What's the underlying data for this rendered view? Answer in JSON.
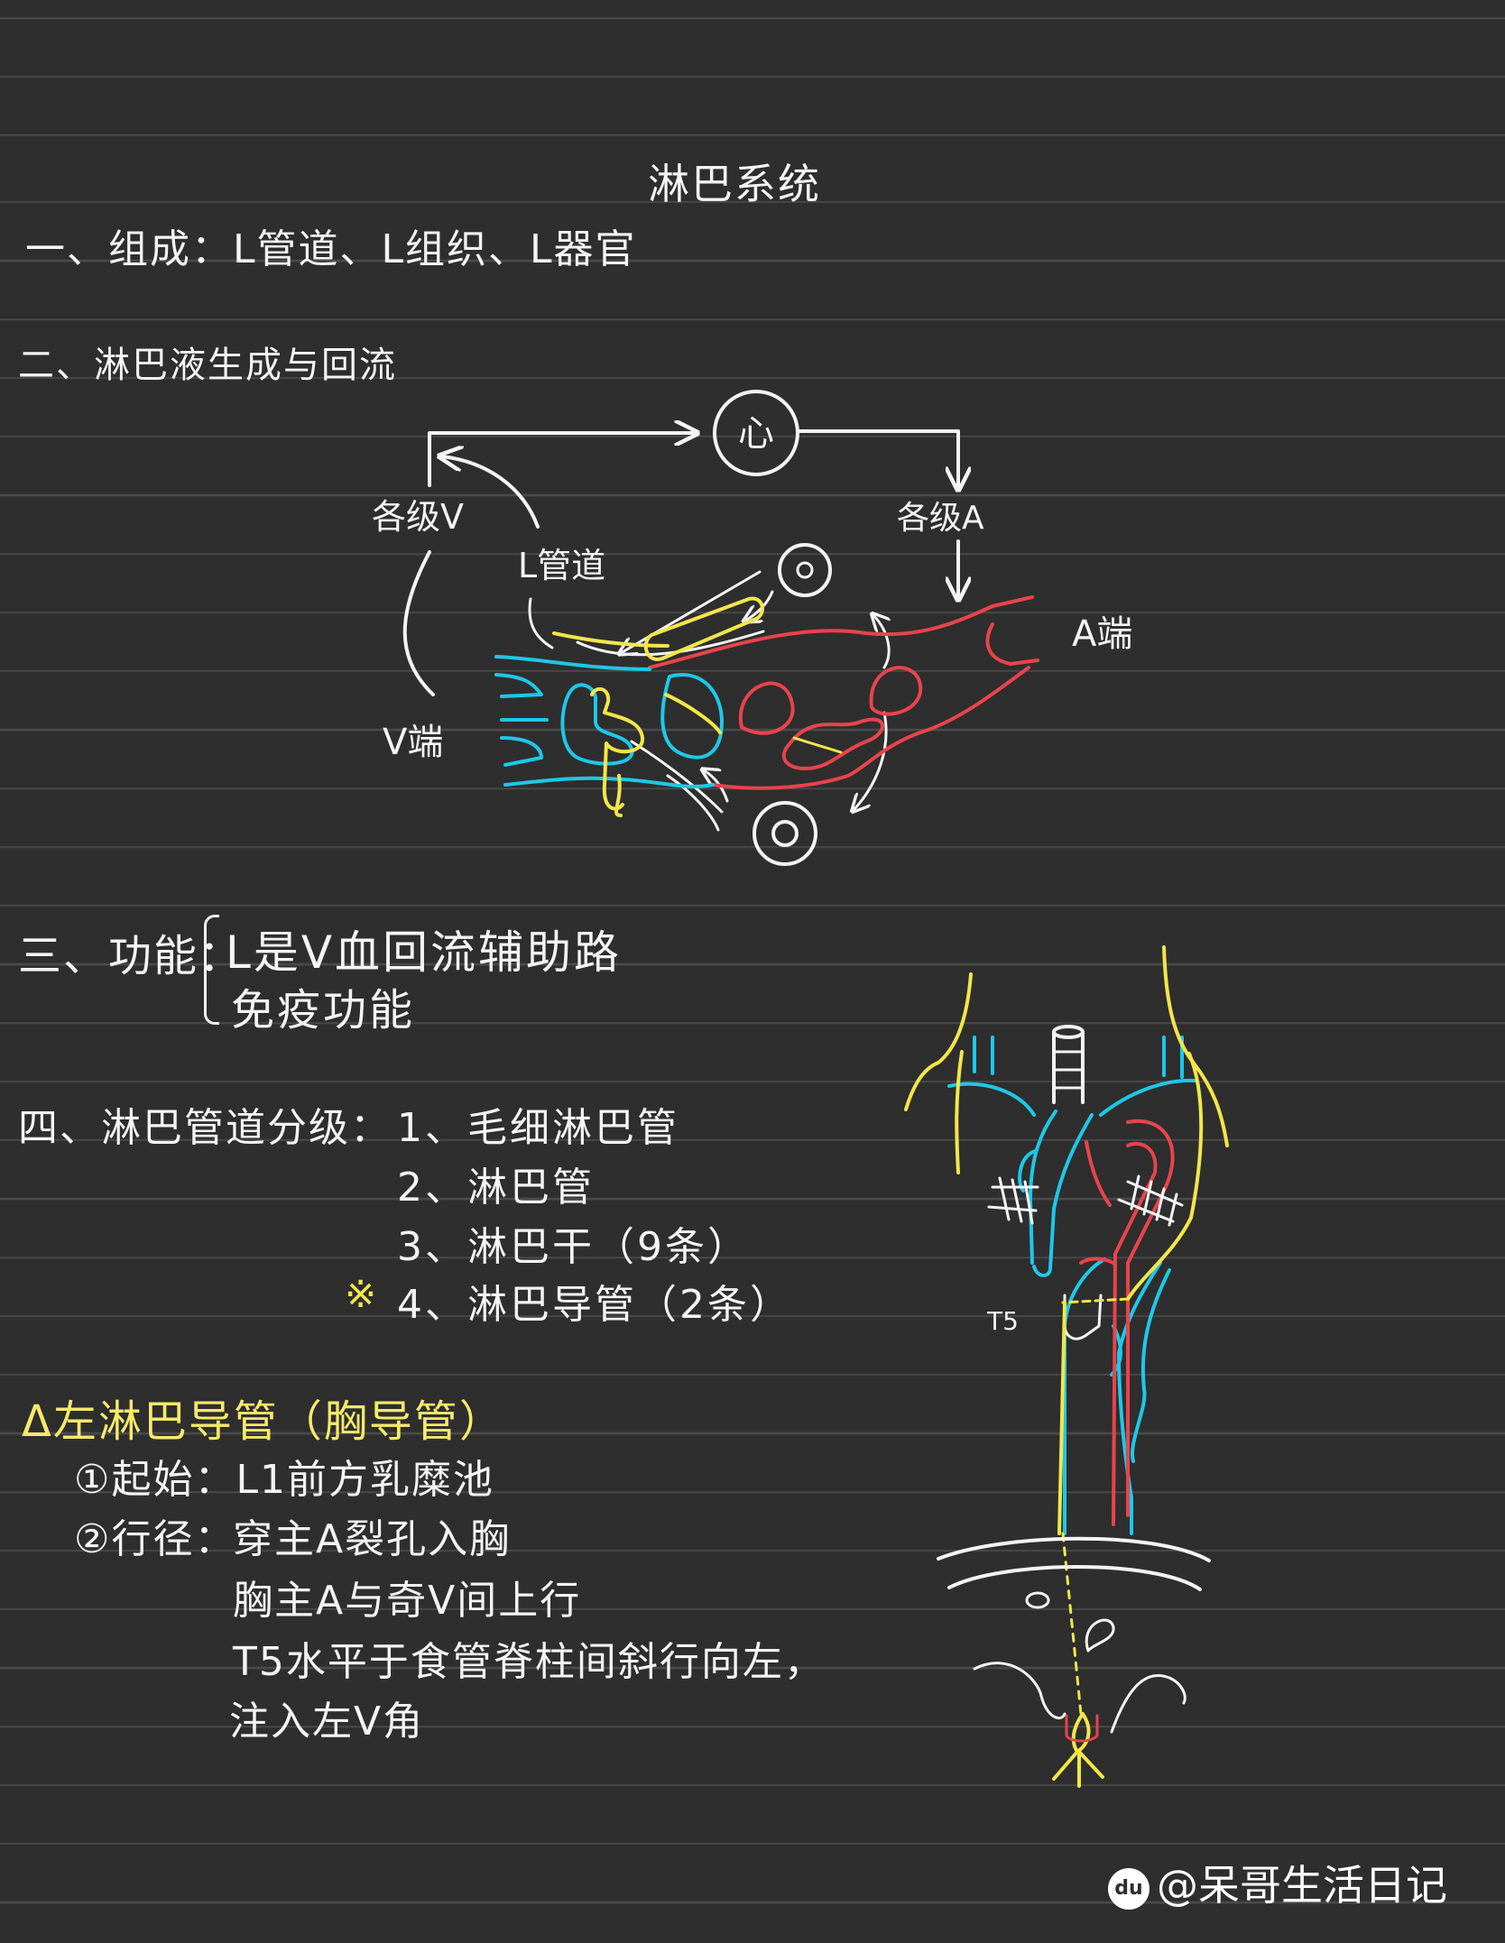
{
  "title": "淋巴系统",
  "sections": {
    "composition": "一、组成：L管道、L组织、L器官",
    "lymph_flow": {
      "heading": "二、淋巴液生成与回流",
      "labels": {
        "heart": "心",
        "veins": "各级V",
        "arteries": "各级A",
        "lymph_vessel": "L管道",
        "arterial_end": "A端",
        "venous_end": "V端"
      }
    },
    "function": {
      "heading": "三、功能：",
      "items": [
        "L是V血回流辅助路",
        "免疫功能"
      ]
    },
    "grading": {
      "heading": "四、淋巴管道分级：",
      "items": [
        "1、毛细淋巴管",
        "2、淋巴管",
        "3、淋巴干（9条）",
        "4、淋巴导管（2条）"
      ],
      "mark": "※"
    },
    "thoracic_duct": {
      "heading": "Δ左淋巴导管（胸导管）",
      "origin": "①起始：L1前方乳糜池",
      "course_label": "②行径：",
      "course_lines": [
        "穿主A裂孔入胸",
        "胸主A与奇V间上行",
        "T5水平于食管脊柱间斜行向左，",
        "注入左V角"
      ],
      "t5_label": "T5"
    }
  },
  "watermark": {
    "icon": "du",
    "text": "@呆哥生活日记"
  },
  "colors": {
    "background": "#2e2e2e",
    "rule_line": "#4a4a4a",
    "blue": "#1ec8e8",
    "red": "#e8444c",
    "yellow": "#f2e64a",
    "white": "#f4f4f4"
  }
}
